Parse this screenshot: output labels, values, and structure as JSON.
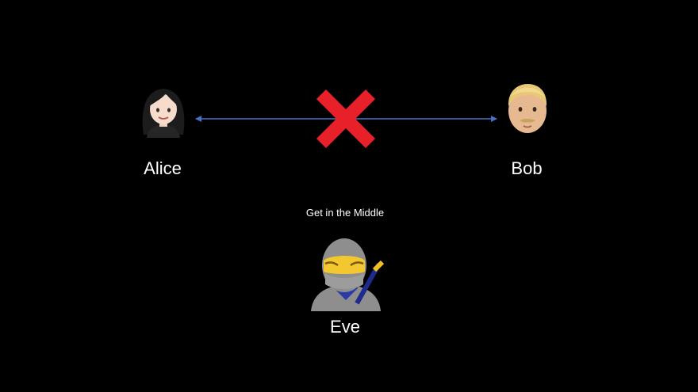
{
  "participants": {
    "alice": {
      "name": "Alice",
      "icon": "woman-icon"
    },
    "bob": {
      "name": "Bob",
      "icon": "man-icon"
    },
    "eve": {
      "name": "Eve",
      "icon": "ninja-icon"
    }
  },
  "caption": "Get in the Middle",
  "connection": {
    "from": "Alice",
    "to": "Bob",
    "status": "blocked",
    "line_color": "#4a72c4",
    "cross_color": "#e8202a",
    "blocked_icon": "cross-mark-icon"
  }
}
